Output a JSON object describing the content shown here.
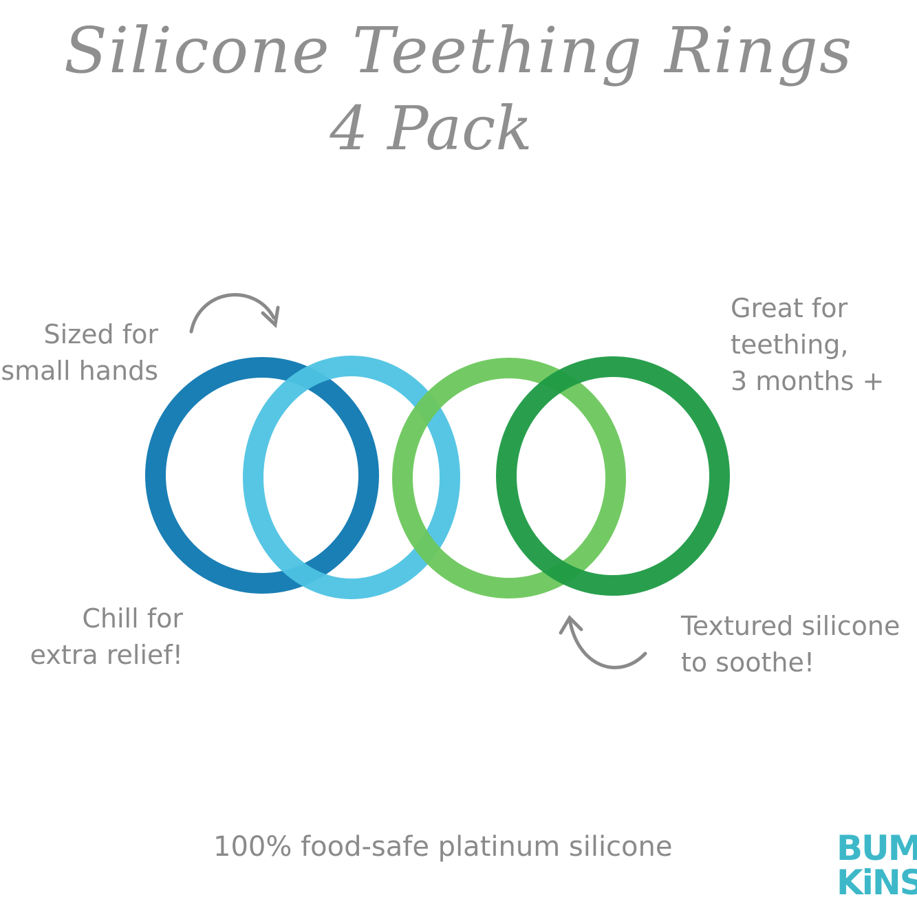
{
  "title": {
    "line1": "Silicone Teething Rings",
    "line2": "4 Pack"
  },
  "callouts": {
    "top_left": [
      "Sized for",
      "small hands"
    ],
    "top_right": [
      "Great for",
      "teething,",
      "3 months +"
    ],
    "bottom_left": [
      "Chill for",
      "extra relief!"
    ],
    "bottom_right": [
      "Textured silicone",
      "to soothe!"
    ]
  },
  "footer": "100% food-safe platinum silicone",
  "logo": {
    "line1": "BUM",
    "line2": "KiNS",
    "color": "#3db8c9",
    "dot_color": "#f2c230"
  },
  "rings": [
    {
      "name": "dark-blue",
      "color": "#1a7fb5"
    },
    {
      "name": "light-blue",
      "color": "#4ec3e3"
    },
    {
      "name": "light-green",
      "color": "#6cc75c"
    },
    {
      "name": "dark-green",
      "color": "#1e9a45"
    }
  ]
}
